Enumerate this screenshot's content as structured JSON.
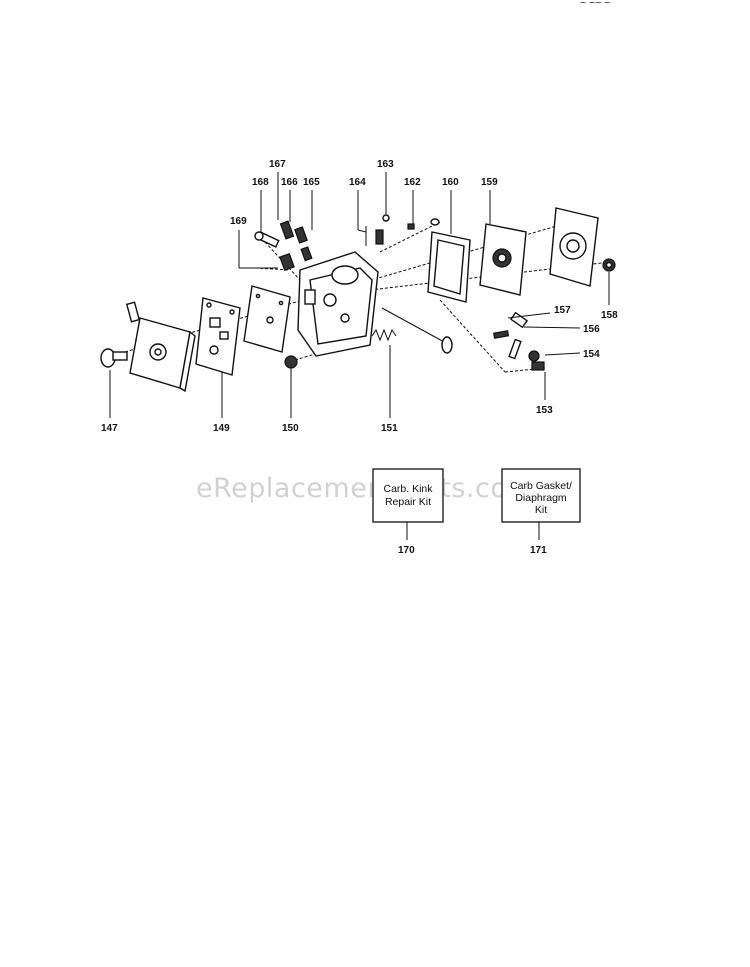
{
  "header": {
    "corner_text": "~ ~~ ~"
  },
  "watermark": "eReplacementParts.com",
  "part_labels": {
    "p147": "147",
    "p149": "149",
    "p150": "150",
    "p151": "151",
    "p153": "153",
    "p154": "154",
    "p156": "156",
    "p157": "157",
    "p158": "158",
    "p159": "159",
    "p160": "160",
    "p162": "162",
    "p163": "163",
    "p164": "164",
    "p165": "165",
    "p166": "166",
    "p167": "167",
    "p168": "168",
    "p169": "169"
  },
  "kits": [
    {
      "number": "170",
      "line1": "Carb. Kink",
      "line2": "Repair Kit",
      "line3": ""
    },
    {
      "number": "171",
      "line1": "Carb Gasket/",
      "line2": "Diaphragm",
      "line3": "Kit"
    }
  ]
}
